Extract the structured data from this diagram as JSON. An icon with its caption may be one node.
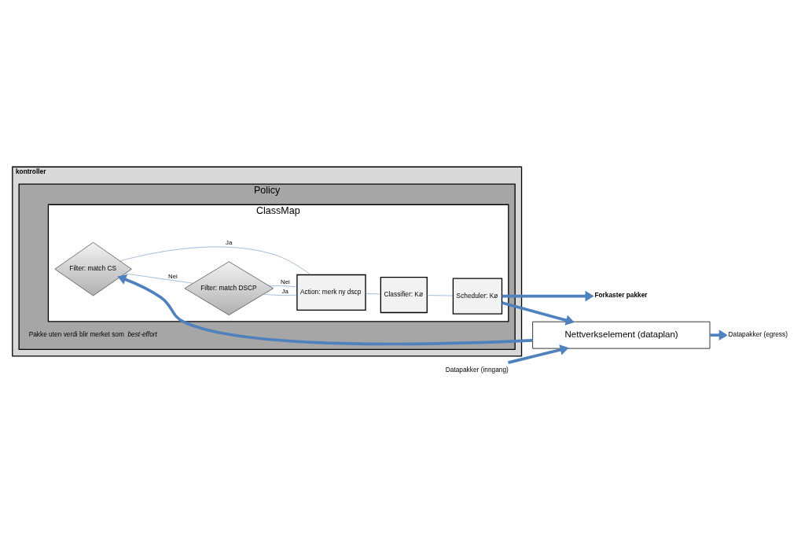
{
  "diagram": {
    "nodes": [
      {
        "text": [
          "kontroller"
        ]
      },
      {
        "text": [
          "Policy"
        ],
        "in": 0
      },
      {
        "text": [
          "ClassMap"
        ],
        "in": 1
      },
      {
        "text": [
          "Filter: match CS"
        ],
        "in": 2
      },
      {
        "text": [
          "Filter: match DSCP"
        ],
        "in": 2
      },
      {
        "text": [
          "Action: merk ny dscp"
        ],
        "in": 2
      },
      {
        "text": [
          "Classifier: Kø"
        ],
        "in": 2
      },
      {
        "text": [
          "Scheduler: Kø"
        ],
        "in": 2
      },
      {
        "text": [
          "Forkaster pakker"
        ]
      },
      {
        "text": [
          "Datapakker (inngang)"
        ]
      },
      {
        "text": [
          "Nettverkselement (dataplan)"
        ]
      },
      {
        "text": [
          "Datapakker (egress)"
        ]
      }
    ],
    "edges": [
      {
        "from": 3,
        "to": 4,
        "arrow": "none",
        "label": "Nei"
      },
      {
        "from": 3,
        "to": 5,
        "arrow": "none",
        "label": "Ja"
      },
      {
        "from": 4,
        "to": 5,
        "arrow": "none",
        "label": "Ja"
      },
      {
        "from": 4,
        "to": 5,
        "arrow": "none",
        "label": "Nei"
      },
      {
        "from": 5,
        "to": 6,
        "arrow": "none"
      },
      {
        "from": 6,
        "to": 7,
        "arrow": "none"
      },
      {
        "from": 7,
        "to": 8,
        "arrow": "to",
        "style": "thick"
      },
      {
        "from": 7,
        "to": 10,
        "arrow": "to",
        "style": "thick"
      },
      {
        "from": 10,
        "to": 3,
        "arrow": "to",
        "style": "thick"
      },
      {
        "from": 9,
        "to": 10,
        "arrow": "to",
        "style": "thick"
      },
      {
        "from": 10,
        "to": 11,
        "arrow": "to",
        "style": "thick"
      }
    ],
    "labels": [
      "Pakke uten verdi blir merket som *best-effort*"
    ]
  }
}
